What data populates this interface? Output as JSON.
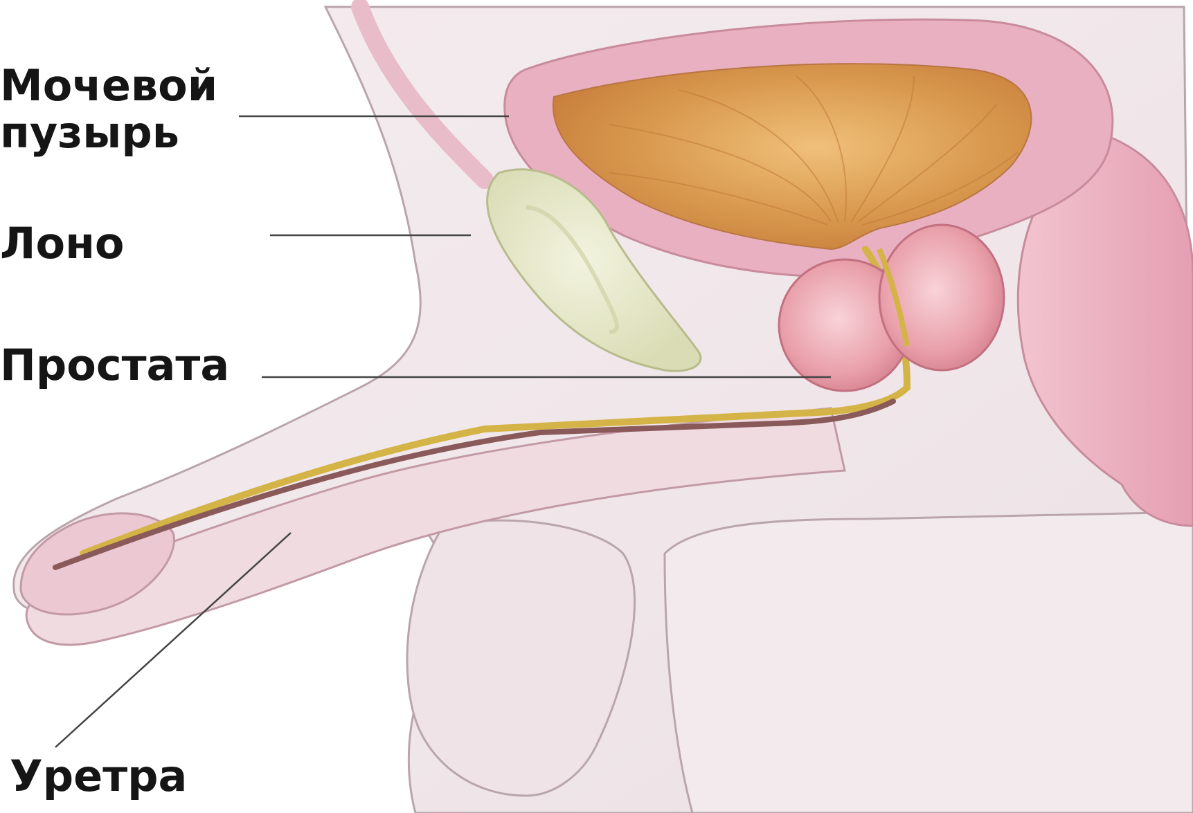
{
  "labels": {
    "bladder_line1": "Мочевой",
    "bladder_line2": "пузырь",
    "pubis": "Лоно",
    "prostate": "Простата",
    "urethra": "Уретра"
  },
  "colors": {
    "background": "#ffffff",
    "skin": "#f1e6ea",
    "tissue_pink": "#e9b8c6",
    "bladder_wall": "#d98fa6",
    "bladder_content": "#d99a4f",
    "bone": "#e3e5c4",
    "prostate": "#e69aa6",
    "urethra": "#8a5a5a",
    "leader_line": "#444444",
    "text": "#151515"
  }
}
